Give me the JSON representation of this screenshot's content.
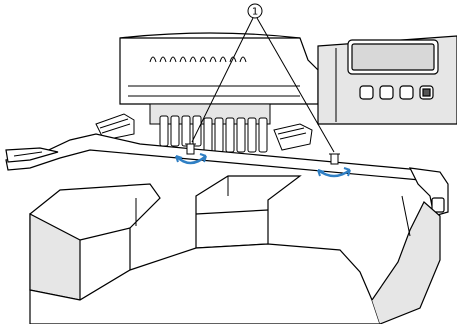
{
  "callout": {
    "number": "1",
    "count_targets": 2
  },
  "colors": {
    "line": "#000000",
    "fill": "#ffffff",
    "shade": "#e6e6e6",
    "arrow": "#2f7fc4"
  },
  "parts": {
    "machine": "embroidery-machine",
    "needle_bars": 10,
    "control_buttons": 4
  }
}
